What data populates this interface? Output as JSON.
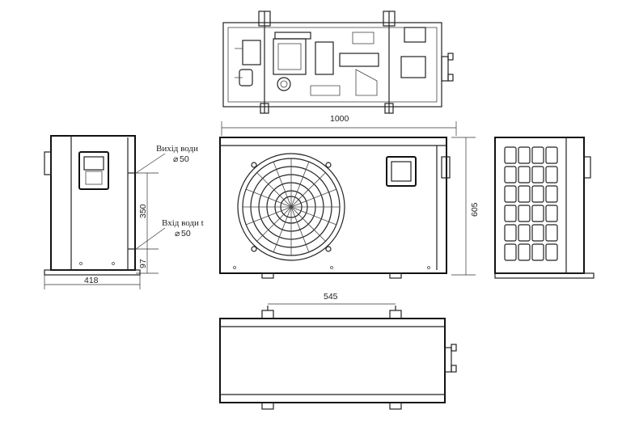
{
  "dimensions": {
    "length": "1000",
    "height": "605",
    "width": "418",
    "pipe_spacing": "350",
    "pipe_offset": "97",
    "foot_spacing": "545"
  },
  "connections": {
    "outlet_label": "Вихід води",
    "outlet_size": "50",
    "inlet_label": "Вхід води t",
    "inlet_size": "50"
  },
  "colors": {
    "line": "#222222",
    "background": "#ffffff"
  }
}
